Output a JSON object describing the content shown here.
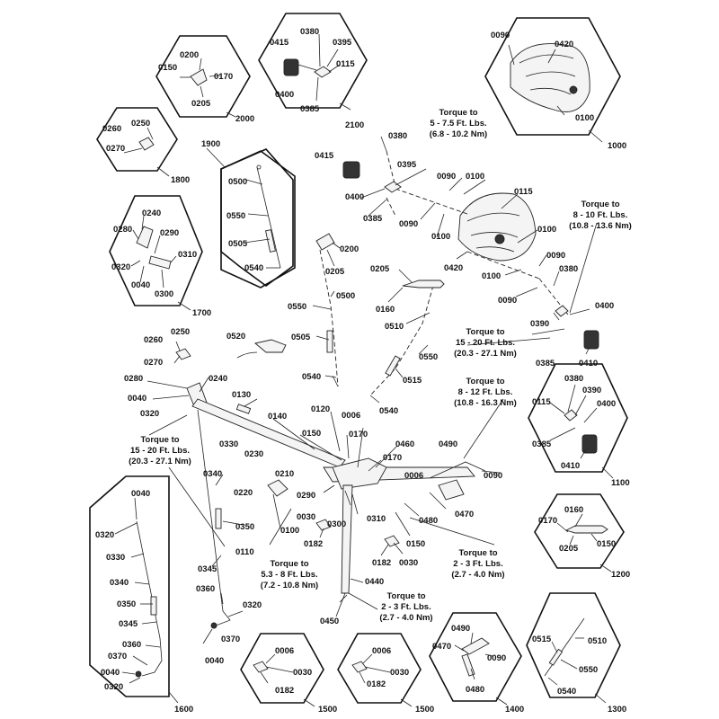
{
  "insets": [
    {
      "id": "2000",
      "title": "2000",
      "labels": [
        "0200",
        "0150",
        "0170",
        "0205"
      ]
    },
    {
      "id": "2100",
      "title": "2100",
      "labels": [
        "0415",
        "0380",
        "0395",
        "0115",
        "0400",
        "0385"
      ]
    },
    {
      "id": "1000",
      "title": "1000",
      "labels": [
        "0090",
        "0420",
        "0100"
      ]
    },
    {
      "id": "1800",
      "title": "1800",
      "labels": [
        "0260",
        "0250",
        "0270"
      ]
    },
    {
      "id": "1900",
      "title": "1900",
      "labels": [
        "0500",
        "0550",
        "0505",
        "0540"
      ]
    },
    {
      "id": "1700",
      "title": "1700",
      "labels": [
        "0240",
        "0280",
        "0290",
        "0310",
        "0320",
        "0040",
        "0300"
      ]
    },
    {
      "id": "1100",
      "title": "1100",
      "labels": [
        "0380",
        "0115",
        "0390",
        "0400",
        "0385",
        "0410"
      ]
    },
    {
      "id": "1200",
      "title": "1200",
      "labels": [
        "0160",
        "0170",
        "0205",
        "0150"
      ]
    },
    {
      "id": "1600",
      "title": "1600",
      "labels": [
        "0040",
        "0320",
        "0330",
        "0340",
        "0350",
        "0345",
        "0360",
        "0370",
        "0040",
        "0320"
      ]
    },
    {
      "id": "1500a",
      "title": "1500",
      "labels": [
        "0006",
        "0030",
        "0182"
      ]
    },
    {
      "id": "1500b",
      "title": "1500",
      "labels": [
        "0006",
        "0030",
        "0182"
      ]
    },
    {
      "id": "1400",
      "title": "1400",
      "labels": [
        "0490",
        "0470",
        "0090",
        "0480"
      ]
    },
    {
      "id": "1300",
      "title": "1300",
      "labels": [
        "0515",
        "0510",
        "0550",
        "0540"
      ]
    }
  ],
  "torque_notes": [
    {
      "id": "t1",
      "lines": [
        "Torque to",
        "5 - 7.5 Ft. Lbs.",
        "(6.8 - 10.2 Nm)"
      ]
    },
    {
      "id": "t2",
      "lines": [
        "Torque to",
        "8 - 10 Ft. Lbs.",
        "(10.8 - 13.6 Nm)"
      ]
    },
    {
      "id": "t3",
      "lines": [
        "Torque to",
        "15 - 20 Ft. Lbs.",
        "(20.3 - 27.1 Nm)"
      ]
    },
    {
      "id": "t4",
      "lines": [
        "Torque to",
        "8 - 12 Ft. Lbs.",
        "(10.8 - 16.3 Nm)"
      ]
    },
    {
      "id": "t5",
      "lines": [
        "Torque to",
        "15 - 20 Ft. Lbs.",
        "(20.3 - 27.1 Nm)"
      ]
    },
    {
      "id": "t6",
      "lines": [
        "Torque to",
        "5.3 - 8 Ft. Lbs.",
        "(7.2 - 10.8 Nm)"
      ]
    },
    {
      "id": "t7",
      "lines": [
        "Torque to",
        "2 - 3 Ft. Lbs.",
        "(2.7 - 4.0 Nm)"
      ]
    },
    {
      "id": "t8",
      "lines": [
        "Torque to",
        "2 - 3 Ft. Lbs.",
        "(2.7 - 4.0 Nm)"
      ]
    }
  ],
  "main_labels": [
    "0380",
    "0415",
    "0395",
    "0090",
    "0100",
    "0400",
    "0385",
    "0090",
    "0115",
    "0100",
    "0100",
    "0090",
    "0420",
    "0100",
    "0380",
    "0090",
    "0200",
    "0205",
    "0500",
    "0205",
    "0160",
    "0510",
    "0550",
    "0550",
    "0505",
    "0540",
    "0515",
    "0540",
    "0390",
    "0400",
    "0385",
    "0410",
    "0520",
    "0260",
    "0250",
    "0270",
    "0280",
    "0240",
    "0040",
    "0320",
    "0130",
    "0120",
    "0006",
    "0140",
    "0150",
    "0170",
    "0460",
    "0330",
    "0490",
    "0170",
    "0006",
    "0090",
    "0230",
    "0210",
    "0340",
    "0220",
    "0290",
    "0030",
    "0300",
    "0310",
    "0470",
    "0480",
    "0350",
    "0100",
    "0182",
    "0150",
    "0110",
    "0182",
    "0030",
    "0345",
    "0440",
    "0360",
    "0320",
    "0450",
    "0370",
    "0040"
  ]
}
